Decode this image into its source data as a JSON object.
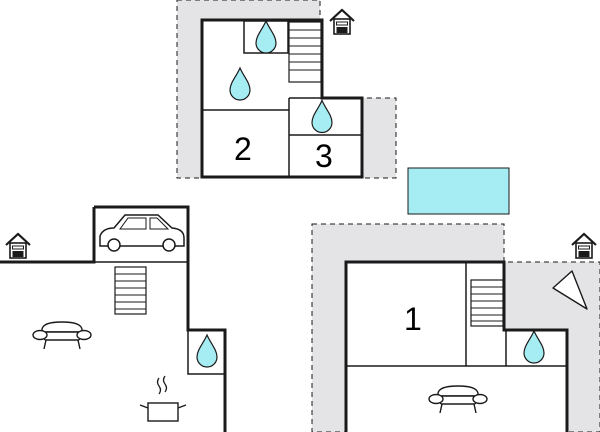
{
  "colors": {
    "wall": "#1a1a1a",
    "terrace": "#e4e4e6",
    "pool": "#a6ecf3",
    "water": "#a6ecf3",
    "paper": "#ffffff"
  },
  "rooms": {
    "room_1": {
      "label": "1"
    },
    "room_2": {
      "label": "2"
    },
    "room_3": {
      "label": "3"
    }
  },
  "icons": {
    "entrance": "house-entrance-icon",
    "water": "water-drop-icon",
    "car": "car-icon",
    "sofa": "sofa-icon",
    "stairs": "stairs-icon",
    "cooking": "cooking-pot-icon",
    "compass": "compass-arrow-icon",
    "pool": "swimming-pool"
  }
}
